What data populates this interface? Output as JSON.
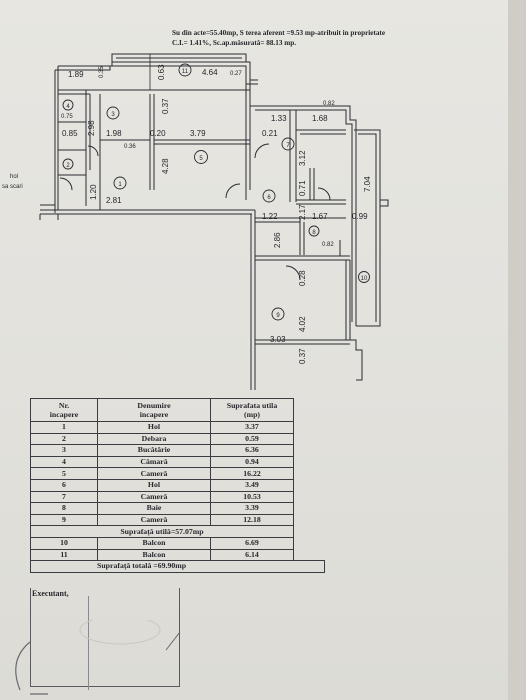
{
  "header": {
    "line1": "Su din acte=55.40mp, S terea aferent =9.53 mp-atribuit in proprietate",
    "line2": "C.I.= 1.41%, Sc.ap.măsurată= 88.13 mp."
  },
  "plan": {
    "entrance_label_1": "hol",
    "entrance_label_2": "sa scari",
    "dims": {
      "d189": "1.89",
      "d464": "4.64",
      "d027": "0.27",
      "d035": "0.35",
      "d063": "0.63",
      "d037a": "0.37",
      "d075": "0.75",
      "d298": "2.98",
      "d085": "0.85",
      "d198": "1.98",
      "d020": "0.20",
      "d379": "3.79",
      "d036": "0.36",
      "d428": "4.28",
      "d133": "1.33",
      "d168": "1.68",
      "d021": "0.21",
      "d312": "3.12",
      "d704": "7.04",
      "d120": "1.20",
      "d281": "2.81",
      "d071": "0.71",
      "d217": "2.17",
      "d122": "1.22",
      "d167": "1.67",
      "d099": "0.99",
      "d286": "2.86",
      "d082a": "0.82",
      "d082b": "0.82",
      "d028": "0.28",
      "d402": "4.02",
      "d303": "3.03",
      "d037b": "0.37"
    },
    "rooms": [
      "1",
      "2",
      "3",
      "4",
      "5",
      "6",
      "7",
      "8",
      "9",
      "10",
      "11"
    ]
  },
  "table": {
    "headers": {
      "nr": [
        "Nr.",
        "incapere"
      ],
      "name": [
        "Denumire",
        "incapere"
      ],
      "area": [
        "Suprafata utila",
        "(mp)"
      ]
    },
    "rows": [
      {
        "nr": "1",
        "name": "Hol",
        "area": "3.37"
      },
      {
        "nr": "2",
        "name": "Debara",
        "area": "0.59"
      },
      {
        "nr": "3",
        "name": "Bucătărie",
        "area": "6.36"
      },
      {
        "nr": "4",
        "name": "Cămară",
        "area": "0.94"
      },
      {
        "nr": "5",
        "name": "Cameră",
        "area": "16.22"
      },
      {
        "nr": "6",
        "name": "Hol",
        "area": "3.49"
      },
      {
        "nr": "7",
        "name": "Cameră",
        "area": "10.53"
      },
      {
        "nr": "8",
        "name": "Baie",
        "area": "3.39"
      },
      {
        "nr": "9",
        "name": "Cameră",
        "area": "12.18"
      }
    ],
    "useful_total": "Suprafață utilă=57.07mp",
    "balconies": [
      {
        "nr": "10",
        "name": "Balcon",
        "area": "6.69"
      },
      {
        "nr": "11",
        "name": "Balcon",
        "area": "6.14"
      }
    ],
    "grand_total": "Suprafață totală =69.90mp"
  },
  "footer": {
    "executant": "Executant,"
  }
}
